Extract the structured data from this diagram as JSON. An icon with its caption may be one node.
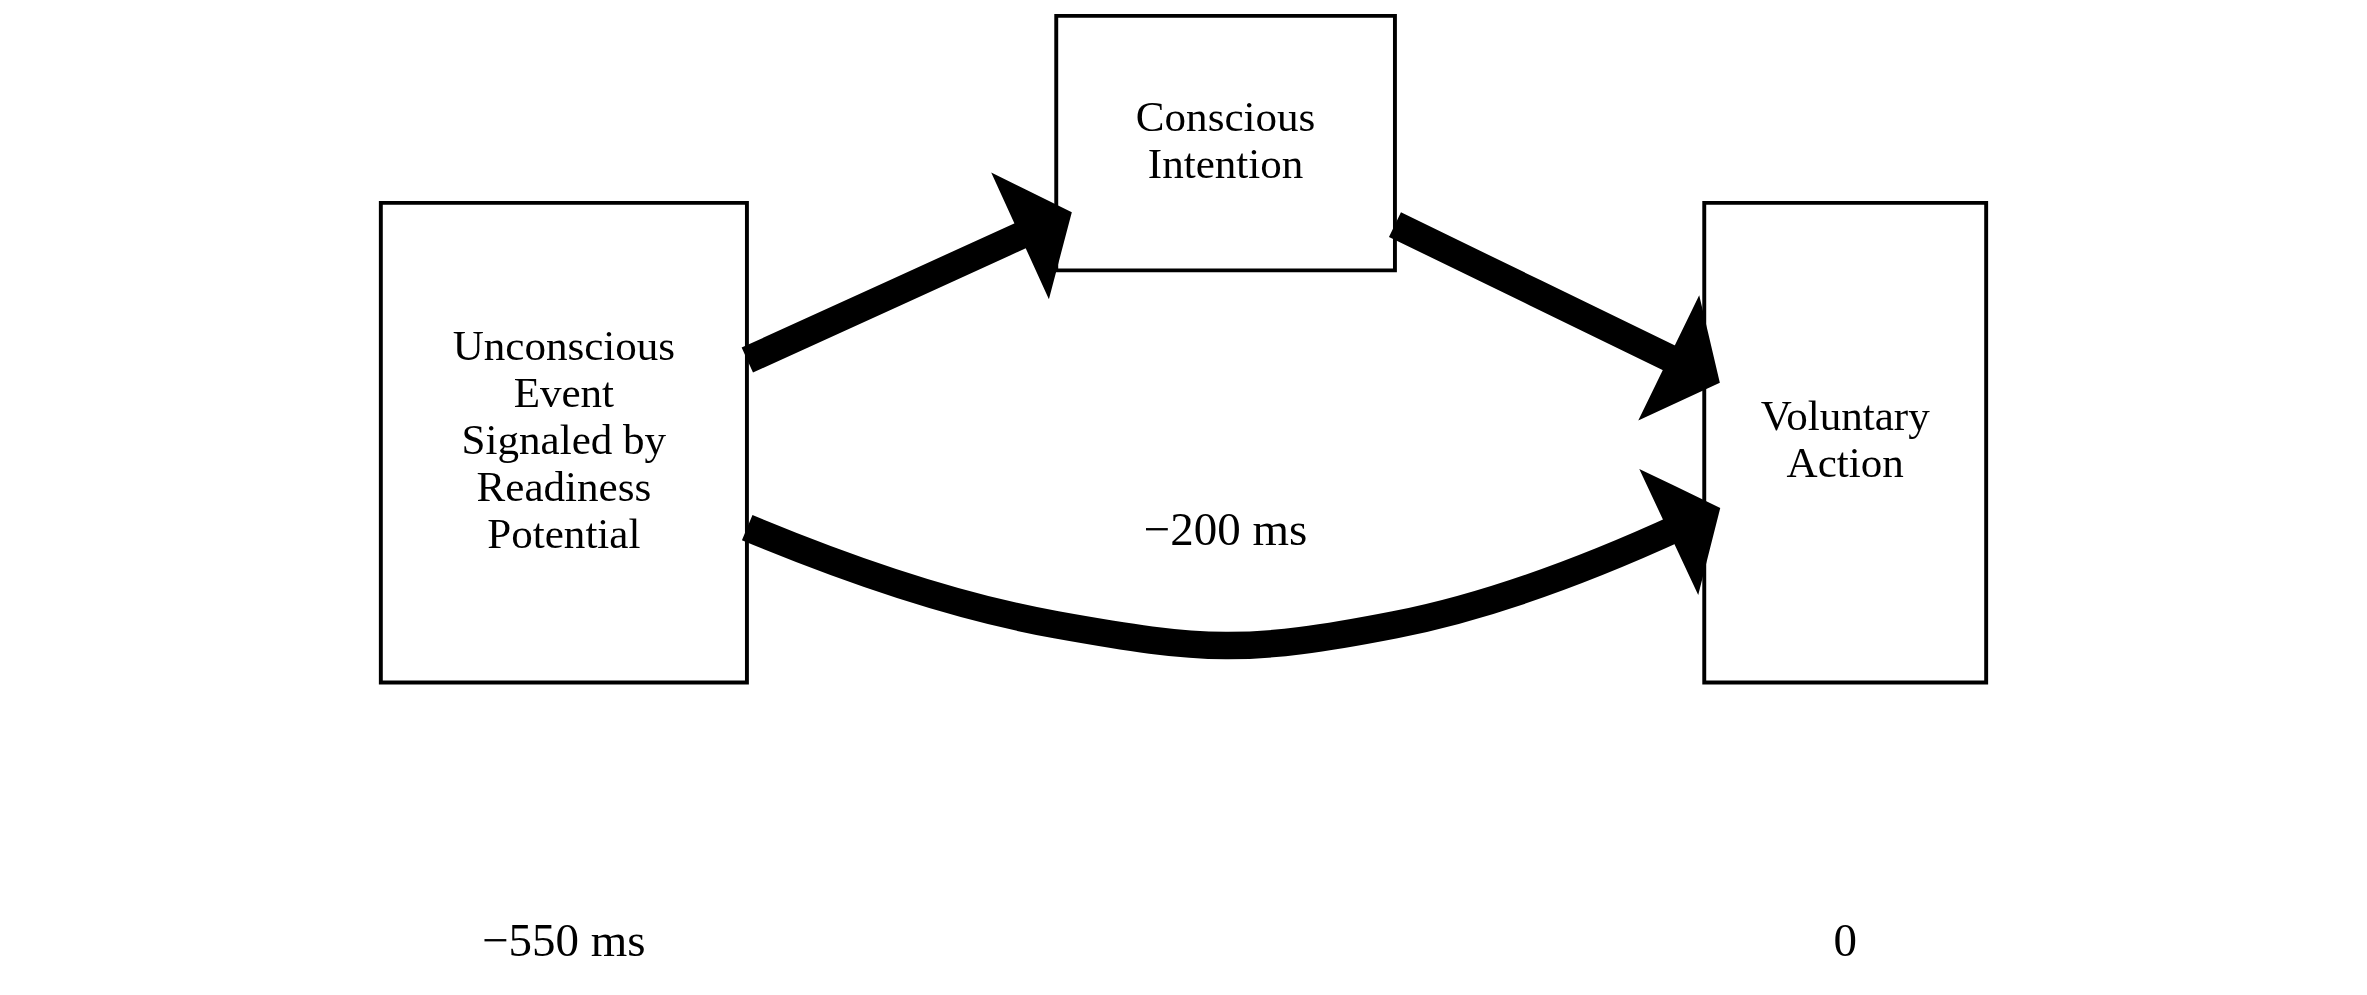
{
  "diagram": {
    "nodes": [
      {
        "text": [
          "Unconscious Event Signaled by Readiness Potential"
        ]
      },
      {
        "text": [
          "Conscious Intention"
        ]
      },
      {
        "text": [
          "Voluntary Action"
        ]
      }
    ],
    "edges": [
      {
        "from": 0,
        "to": 1,
        "arrow": "to"
      },
      {
        "from": 1,
        "to": 2,
        "arrow": "to"
      },
      {
        "from": 0,
        "to": 2,
        "arrow": "to"
      }
    ],
    "labels": [
      "−550 ms",
      "−200 ms",
      "0"
    ]
  }
}
